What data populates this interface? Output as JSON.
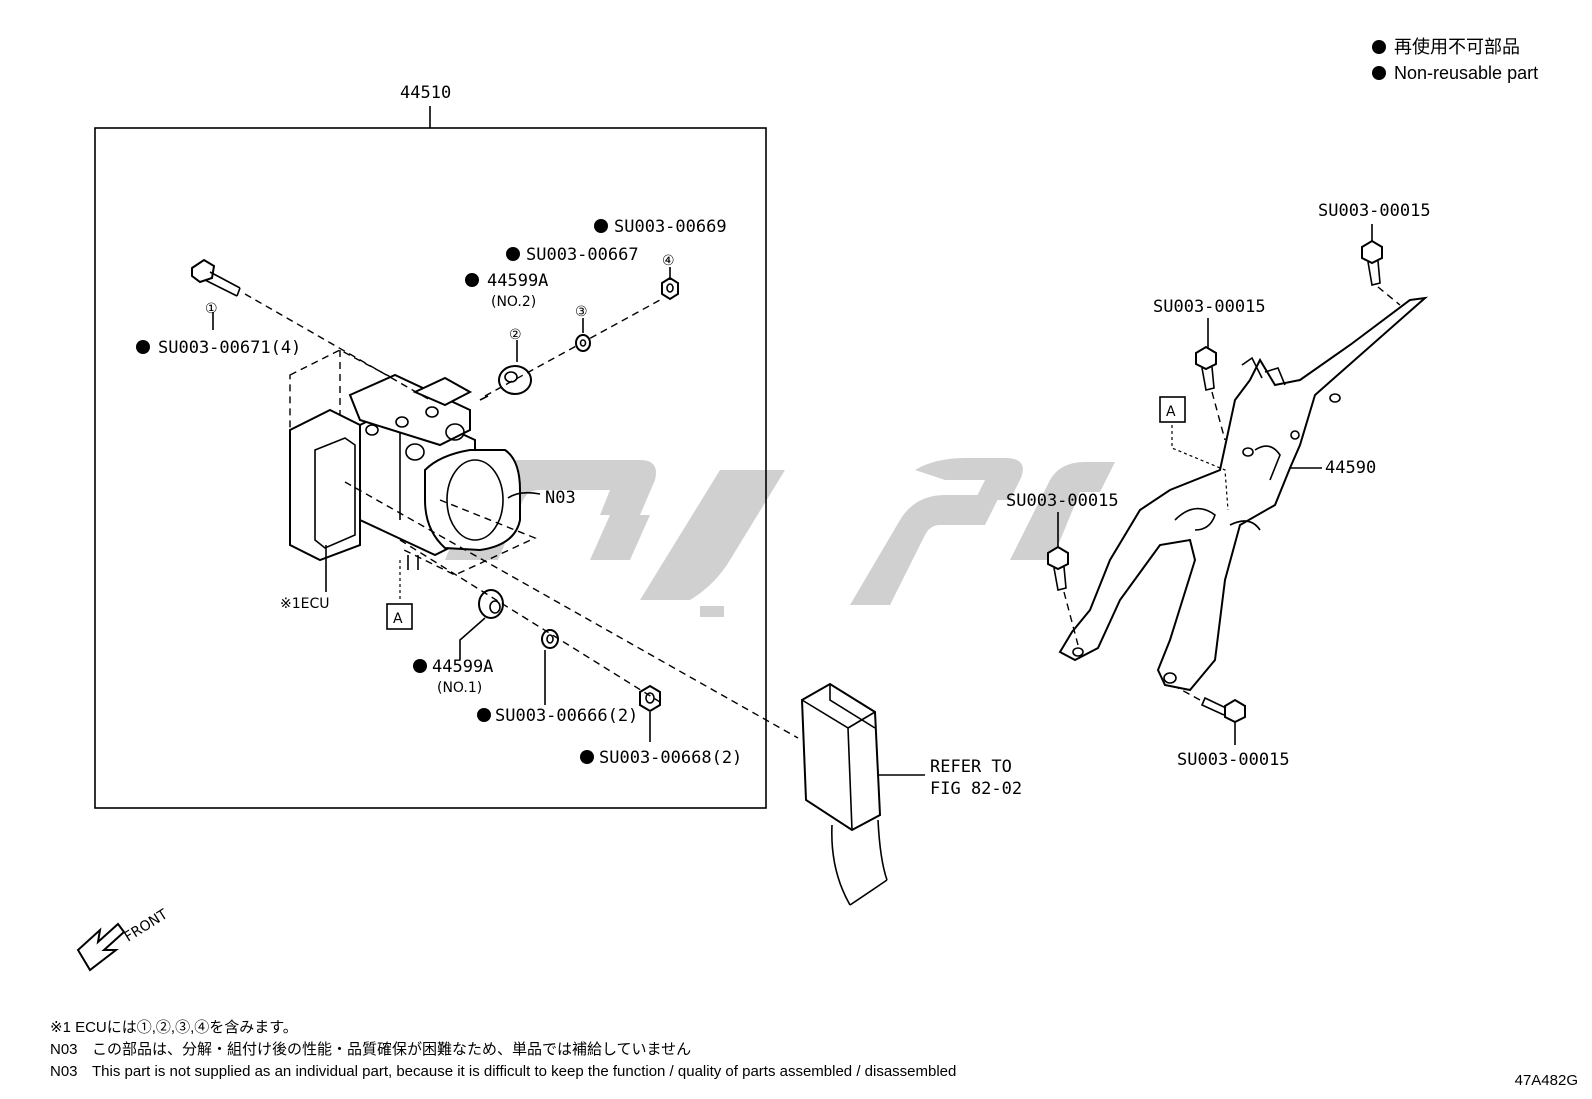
{
  "legend": {
    "items": [
      {
        "text": "再使用不可部品"
      },
      {
        "text": "Non-reusable part"
      }
    ]
  },
  "assembly": {
    "number": "44510",
    "ecu_label": "※1ECU",
    "n03_label": "N03",
    "marker_a": "A"
  },
  "callouts": {
    "bolt_1": {
      "text": "SU003-00671(4)",
      "num": "①"
    },
    "grommet_no2": {
      "text": "44599A",
      "sub": "(NO.2)",
      "num": "②"
    },
    "washer_3": {
      "text": "SU003-00667",
      "num": "③"
    },
    "nut_4": {
      "text": "SU003-00669",
      "num": "④"
    },
    "grommet_no1": {
      "text": "44599A",
      "sub": "(NO.1)"
    },
    "washer_2x": {
      "text": "SU003-00666(2)"
    },
    "nut_2x": {
      "text": "SU003-00668(2)"
    }
  },
  "bracket": {
    "number": "44590",
    "marker_a": "A",
    "bolts": [
      {
        "text": "SU003-00015"
      },
      {
        "text": "SU003-00015"
      },
      {
        "text": "SU003-00015"
      },
      {
        "text": "SU003-00015"
      }
    ]
  },
  "refer": {
    "line1": "REFER TO",
    "line2": "FIG 82-02"
  },
  "front_label": "FRONT",
  "notes": [
    {
      "code": "",
      "text": "※1 ECUには①,②,③,④を含みます。"
    },
    {
      "code": "N03",
      "text": "この部品は、分解・組付け後の性能・品質確保が困難なため、単品では補給していません"
    },
    {
      "code": "N03",
      "text": "This part is not supplied as an individual part, because it is difficult to keep the function / quality of parts  assembled / disassembled"
    }
  ],
  "figure_code": "47A482G",
  "watermark_color": "#c8c8c8"
}
